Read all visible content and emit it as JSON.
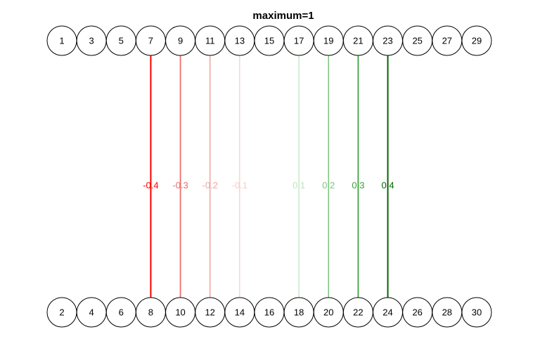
{
  "title": "maximum=1",
  "top_nodes": [
    "1",
    "3",
    "5",
    "7",
    "9",
    "11",
    "13",
    "15",
    "17",
    "19",
    "21",
    "23",
    "25",
    "27",
    "29"
  ],
  "bottom_nodes": [
    "2",
    "4",
    "6",
    "8",
    "10",
    "12",
    "14",
    "16",
    "18",
    "20",
    "22",
    "24",
    "26",
    "28",
    "30"
  ],
  "edges": [
    {
      "from": "7",
      "to": "8",
      "label": "-0.4",
      "weight": -0.4,
      "color": "#ff0000"
    },
    {
      "from": "9",
      "to": "10",
      "label": "-0.3",
      "weight": -0.3,
      "color": "#ee6a6a"
    },
    {
      "from": "11",
      "to": "12",
      "label": "-0.2",
      "weight": -0.2,
      "color": "#f0a3a3"
    },
    {
      "from": "13",
      "to": "14",
      "label": "-0.1",
      "weight": -0.1,
      "color": "#f5cccc"
    },
    {
      "from": "17",
      "to": "18",
      "label": "0.1",
      "weight": 0.1,
      "color": "#bfe3bf"
    },
    {
      "from": "19",
      "to": "20",
      "label": "0.2",
      "weight": 0.2,
      "color": "#7cc47c"
    },
    {
      "from": "21",
      "to": "22",
      "label": "0.3",
      "weight": 0.3,
      "color": "#3aa33a"
    },
    {
      "from": "23",
      "to": "24",
      "label": "0.4",
      "weight": 0.4,
      "color": "#006400"
    }
  ]
}
